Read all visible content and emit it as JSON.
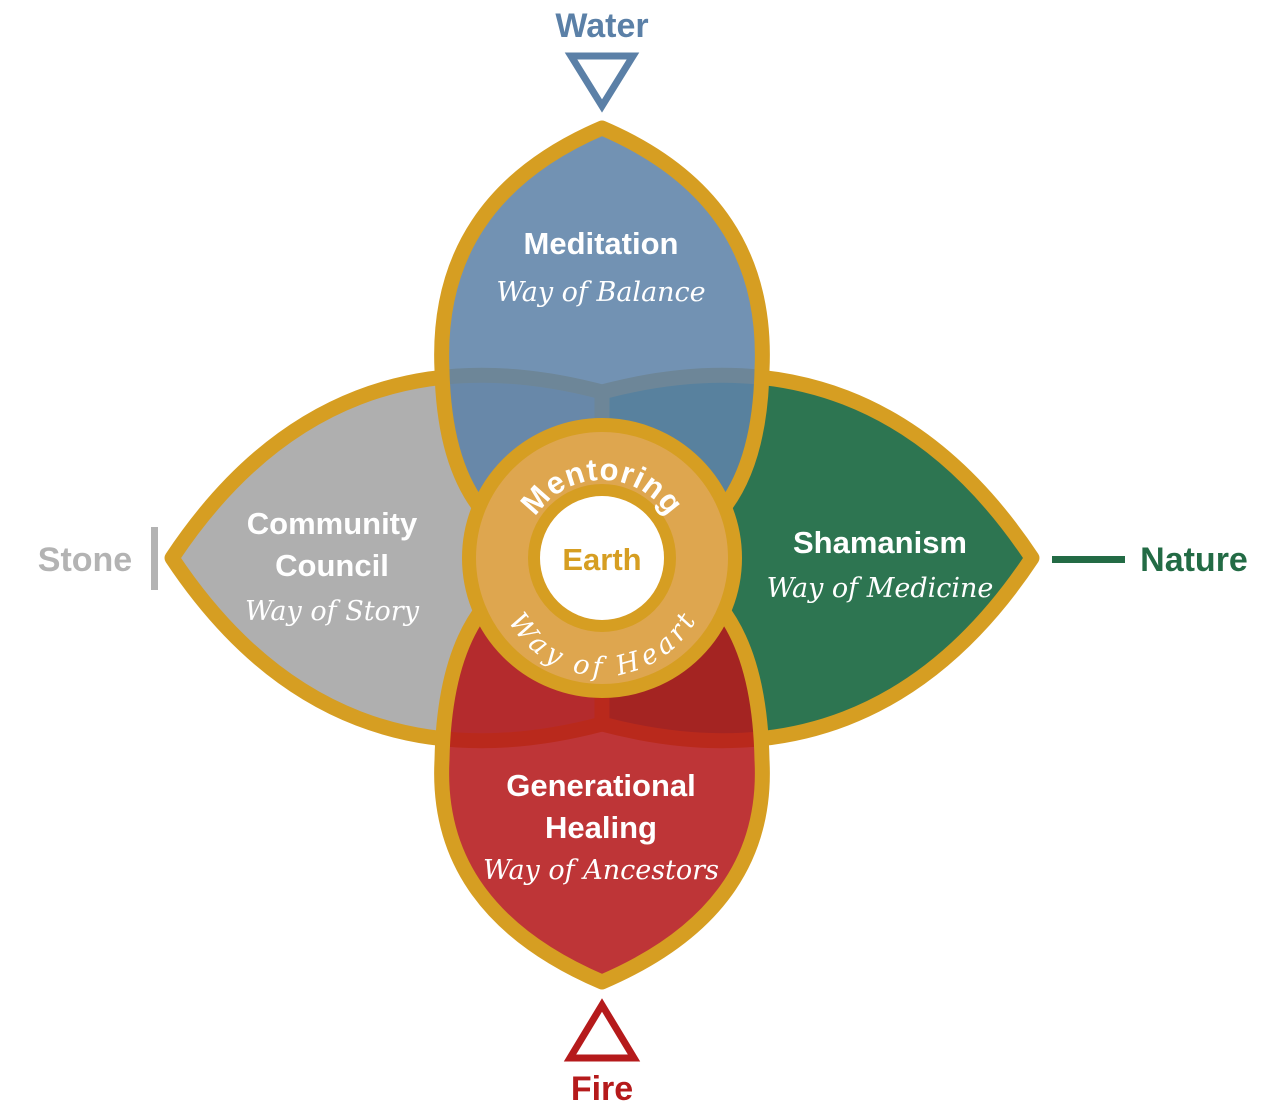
{
  "elements": {
    "water": {
      "label": "Water",
      "color": "#5b80a7"
    },
    "fire": {
      "label": "Fire",
      "color": "#b51a1b"
    },
    "stone": {
      "label": "Stone",
      "color": "#b3b3b3"
    },
    "nature": {
      "label": "Nature",
      "color": "#236b45"
    }
  },
  "petals": {
    "top": {
      "title": "Meditation",
      "way": "Way of Balance",
      "color": "#5e83a9"
    },
    "right": {
      "title": "Shamanism",
      "way": "Way of Medicine",
      "color": "#1d6a43"
    },
    "bottom": {
      "title_line1": "Generational",
      "title_line2": "Healing",
      "way": "Way of Ancestors",
      "color": "#b5191b"
    },
    "left": {
      "title_line1": "Community",
      "title_line2": "Council",
      "way": "Way of Story",
      "color": "#aaaaaa"
    }
  },
  "center": {
    "ring_top_text": "Mentoring",
    "ring_bottom_text": "Way of Heart",
    "core_label": "Earth",
    "ring_color": "#dea64f",
    "outline_color": "#d69e22"
  }
}
